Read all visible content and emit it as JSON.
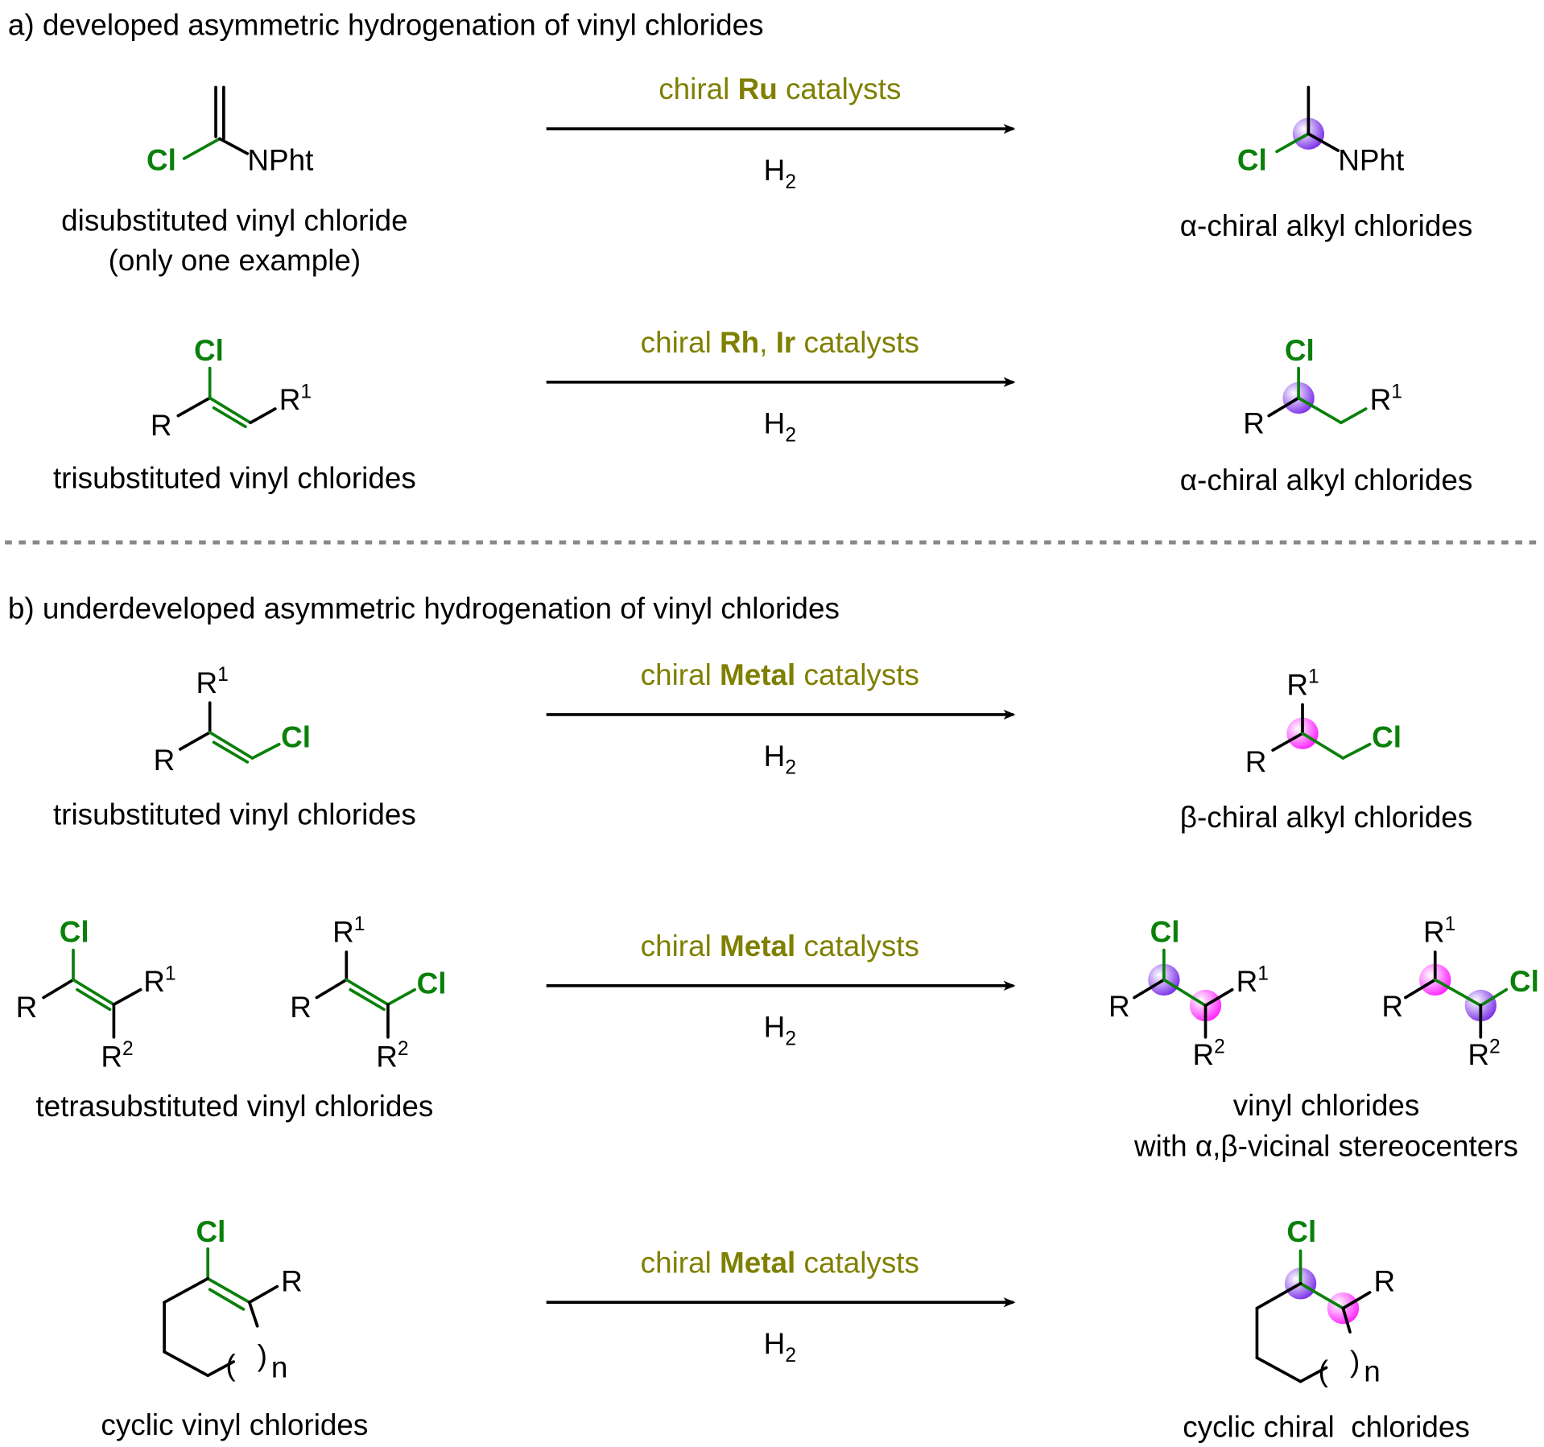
{
  "section_a": {
    "title": "a) developed asymmetric hydrogenation of vinyl chlorides",
    "rows": [
      {
        "catalyst": {
          "pre": "chiral ",
          "metal": "Ru",
          "post": " catalysts"
        },
        "reagent": {
          "base": "H",
          "sub": "2"
        },
        "reactant_caption": [
          "disubstituted vinyl chloride",
          "(only one example)"
        ],
        "product_caption": [
          "α-chiral alkyl chlorides"
        ]
      },
      {
        "catalyst": {
          "pre": "chiral ",
          "metal": "Rh",
          "mid": ", ",
          "metal2": "Ir",
          "post": " catalysts"
        },
        "reagent": {
          "base": "H",
          "sub": "2"
        },
        "reactant_caption": [
          "trisubstituted vinyl chlorides"
        ],
        "product_caption": [
          "α-chiral alkyl chlorides"
        ]
      }
    ]
  },
  "section_b": {
    "title": "b) underdeveloped asymmetric hydrogenation of vinyl chlorides",
    "rows": [
      {
        "catalyst": {
          "pre": "chiral ",
          "metal": "Metal",
          "post": " catalysts"
        },
        "reagent": {
          "base": "H",
          "sub": "2"
        },
        "reactant_caption": [
          "trisubstituted vinyl chlorides"
        ],
        "product_caption": [
          "β-chiral alkyl chlorides"
        ]
      },
      {
        "catalyst": {
          "pre": "chiral ",
          "metal": "Metal",
          "post": " catalysts"
        },
        "reagent": {
          "base": "H",
          "sub": "2"
        },
        "reactant_caption": [
          "tetrasubstituted vinyl chlorides"
        ],
        "product_caption": [
          "vinyl chlorides",
          "with α,β-vicinal stereocenters"
        ]
      },
      {
        "catalyst": {
          "pre": "chiral ",
          "metal": "Metal",
          "post": " catalysts"
        },
        "reagent": {
          "base": "H",
          "sub": "2"
        },
        "reactant_caption": [
          "cyclic vinyl chlorides"
        ],
        "product_caption": [
          "cyclic chiral  chlorides"
        ]
      }
    ]
  },
  "labels": {
    "cl": "Cl",
    "npht": "NPht",
    "r": "R",
    "r_base": "R",
    "one": "1",
    "two": "2",
    "n": "n",
    "open_paren": "(",
    "close_paren": ")"
  },
  "colors": {
    "chlorine_green": "#0a800a",
    "catalyst_olive": "#7f7f00",
    "alpha_stereocenter": "#8a3cf0",
    "beta_stereocenter": "#ff33ff"
  }
}
